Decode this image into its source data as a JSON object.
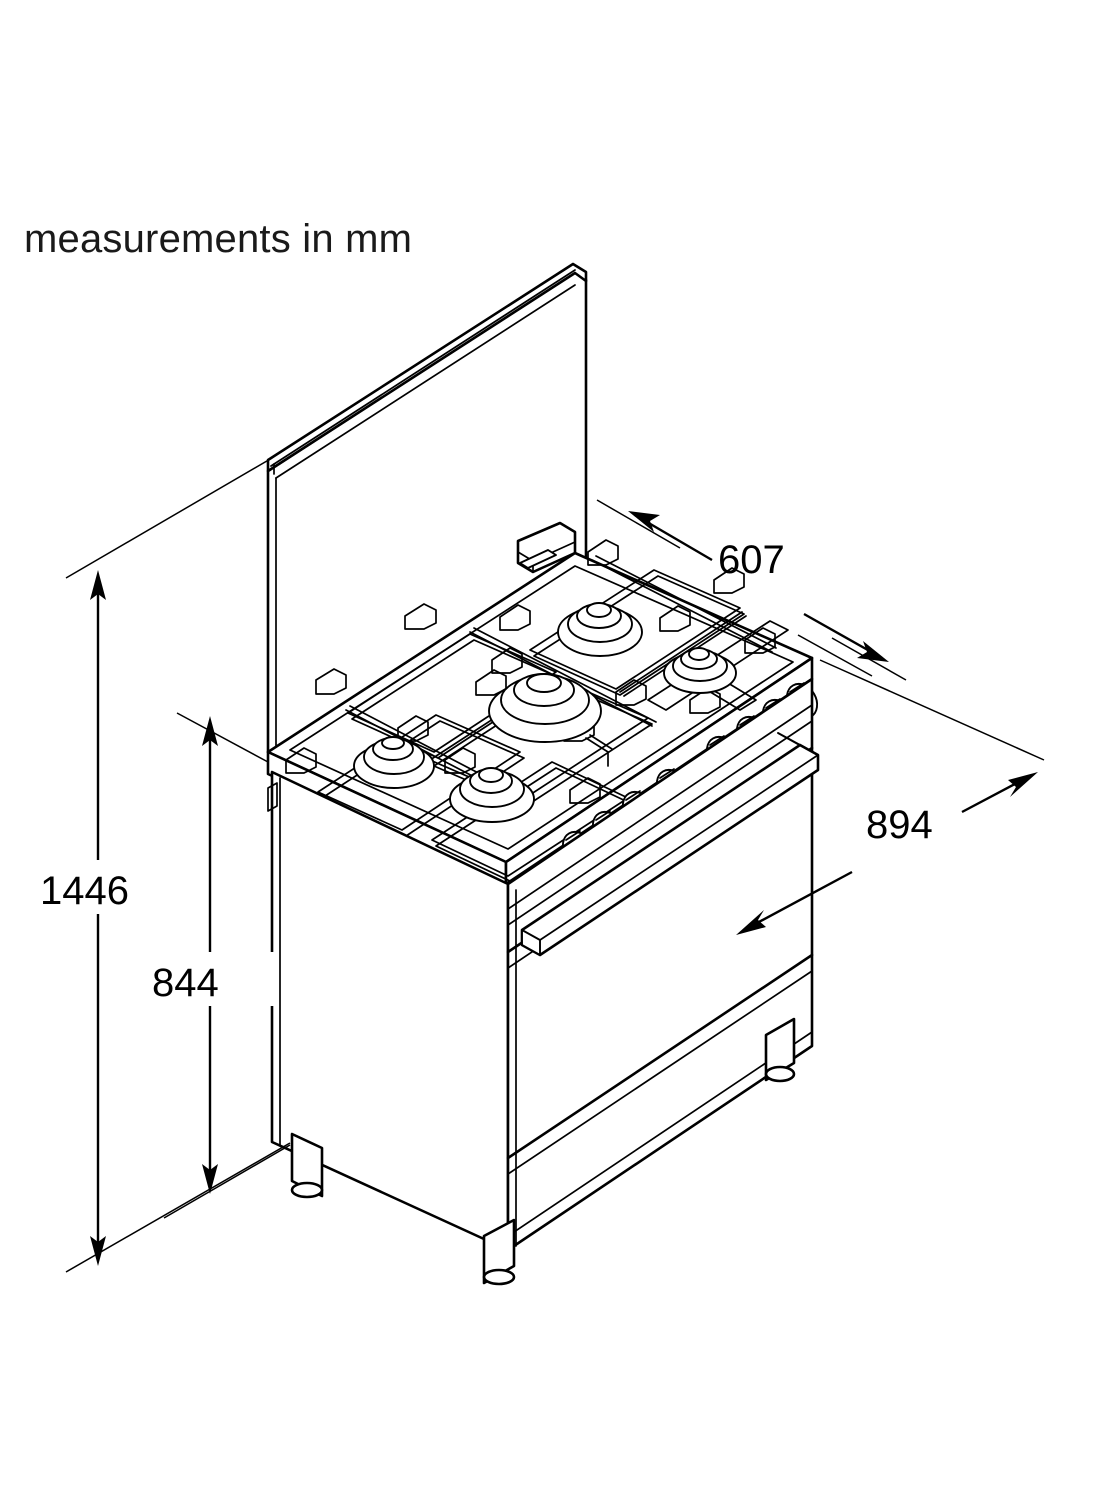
{
  "drawing": {
    "note": "measurements in mm",
    "unit": "mm",
    "subject": "freestanding gas range with raised lid",
    "projection": "isometric"
  },
  "dimensions": {
    "total_height": {
      "value": "1446",
      "name": "total-height-with-lid-open",
      "orientation": "vertical"
    },
    "worktop_height": {
      "value": "844",
      "name": "worktop-height",
      "orientation": "vertical"
    },
    "depth": {
      "value": "607",
      "name": "appliance-depth",
      "orientation": "diagonal"
    },
    "width": {
      "value": "894",
      "name": "appliance-width",
      "orientation": "diagonal"
    }
  },
  "appliance": {
    "lid_label": "lid",
    "cooktop_label": "cooktop",
    "burner_count": 5,
    "knob_count": 8,
    "foot_count": 4,
    "oven_door_label": "oven door",
    "handle_label": "oven door handle",
    "kick_plate_label": "kick plate"
  },
  "colors": {
    "line": "#000000",
    "fill": "#ffffff",
    "text": "#1a1a1a"
  }
}
